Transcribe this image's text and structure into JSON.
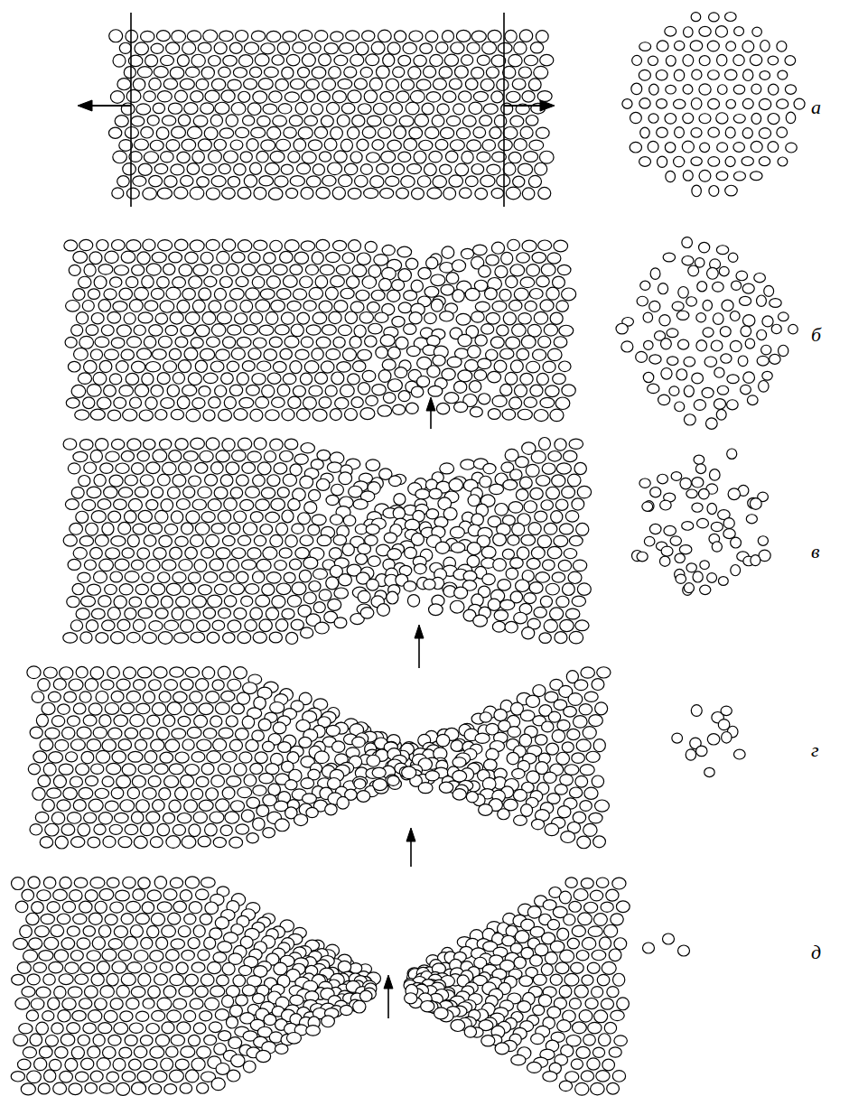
{
  "diagram": {
    "labels": [
      "а",
      "б",
      "в",
      "г",
      "д"
    ]
  }
}
